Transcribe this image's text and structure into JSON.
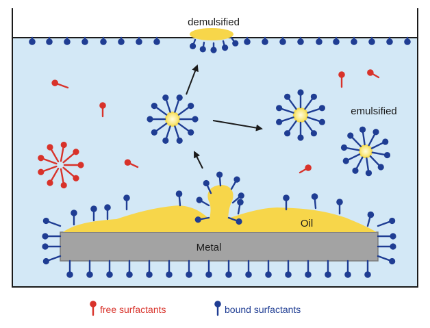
{
  "labels": {
    "demulsified": "demulsified",
    "emulsified": "emulsified",
    "oil": "Oil",
    "metal": "Metal"
  },
  "legend": {
    "free": "free surfactants",
    "bound": "bound surfactants"
  },
  "colors": {
    "water": "#d3e8f6",
    "outline": "#1a1a1a",
    "oil": "#f7d64a",
    "oil_highlight": "#fbf0a8",
    "metal": "#a3a3a3",
    "bound": "#1f3d93",
    "free": "#d8322a",
    "text_free": "#d8322a",
    "text_bound": "#1f3d93"
  }
}
